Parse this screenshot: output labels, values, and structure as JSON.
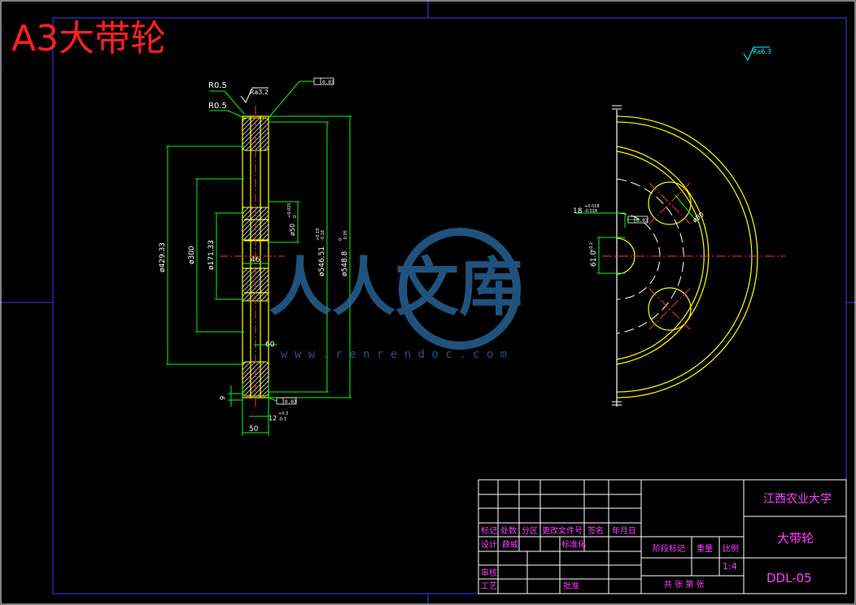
{
  "sheet": {
    "title": "A3大带轮",
    "roughness_global": "Ra6.3"
  },
  "section_view": {
    "r_label_top": "R0.5",
    "r_label_mid": "R0.5",
    "roughness_top": "Ra3.2",
    "tol_frame_top": "0.03",
    "tol_frame_bottom": "0.03",
    "dims": {
      "d429": "ø429.33",
      "d300": "ø300",
      "d171": "ø171.33",
      "hub_width": "46",
      "bore": "ø50",
      "bore_tol_upper": "+0.025",
      "bore_tol_lower": "0",
      "d546": "ø546.51",
      "d546_upper": "+0.18",
      "d546_lower": "-0.18",
      "d548": "ø548.8",
      "d548_upper": "0",
      "d548_lower": "-0.05",
      "web": "60",
      "groove_depth": "9",
      "groove_pitch": "12",
      "groove_tol_upper": "+0.3",
      "groove_tol_lower": "-0.3",
      "overall_width": "50"
    }
  },
  "front_view": {
    "key_width": "18",
    "key_tol_upper": "+0.018",
    "key_tol_lower": "-0.018",
    "key_depth": "61.0",
    "key_depth_tol": "+0.2",
    "hole_dia": "ø80",
    "tol_frame": "0.03"
  },
  "watermark": {
    "text": "人人文库",
    "url": "w w w . r e n r e n d o c . c o m"
  },
  "title_block": {
    "school": "江西农业大学",
    "part_name": "大带轮",
    "drawing_no": "DDL-05",
    "col_headers": [
      "标记",
      "处数",
      "分区",
      "更改文件号",
      "签名",
      "年月日"
    ],
    "design": "设计",
    "designer": "薛威",
    "standardize": "标准化",
    "stage_mark": "阶段标记",
    "weight": "重量",
    "scale": "比例",
    "scale_value": "1:4",
    "review": "审核",
    "process": "工艺",
    "approve": "批准",
    "sheets": "共  张  第  张"
  }
}
